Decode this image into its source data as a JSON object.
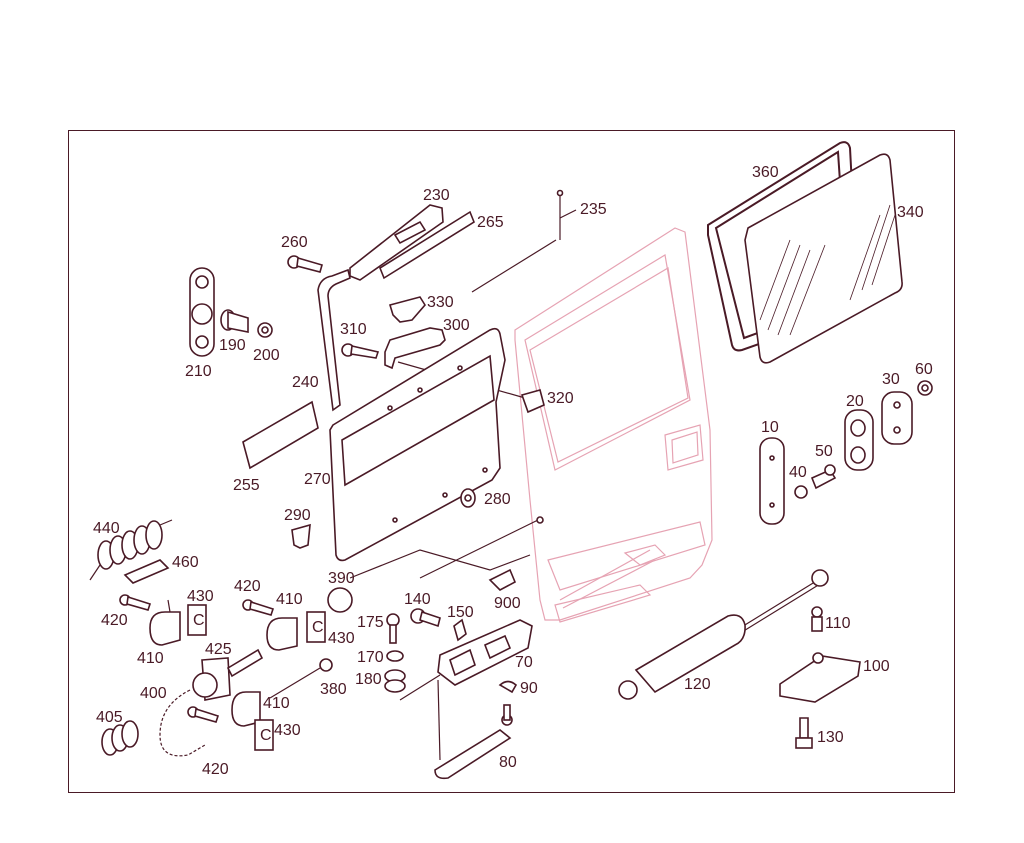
{
  "diagram": {
    "labels": {
      "p10": "10",
      "p20": "20",
      "p30": "30",
      "p40": "40",
      "p50": "50",
      "p60": "60",
      "p70": "70",
      "p80": "80",
      "p90": "90",
      "p100": "100",
      "p110": "110",
      "p120": "120",
      "p130": "130",
      "p140": "140",
      "p150": "150",
      "p170": "170",
      "p175": "175",
      "p180": "180",
      "p190": "190",
      "p200": "200",
      "p210": "210",
      "p230": "230",
      "p235": "235",
      "p240": "240",
      "p255": "255",
      "p260": "260",
      "p265": "265",
      "p270": "270",
      "p280": "280",
      "p290": "290",
      "p300": "300",
      "p310": "310",
      "p320": "320",
      "p330": "330",
      "p340": "340",
      "p360": "360",
      "p380": "380",
      "p390": "390",
      "p400": "400",
      "p405": "405",
      "p410a": "410",
      "p410b": "410",
      "p410c": "410",
      "p420a": "420",
      "p420b": "420",
      "p420c": "420",
      "p425": "425",
      "p430a": "430",
      "p430b": "430",
      "p430c": "430",
      "p440": "440",
      "p460": "460",
      "p900": "900"
    },
    "colors": {
      "line": "#4a1a26",
      "door_outline": "#e6a3b3",
      "background": "#ffffff"
    }
  }
}
